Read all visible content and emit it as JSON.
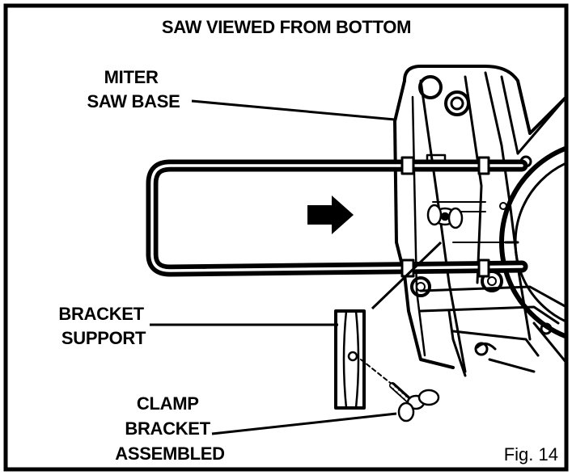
{
  "diagram": {
    "title": "SAW VIEWED FROM BOTTOM",
    "figure_number": "Fig. 14",
    "labels": {
      "miter_saw_base": [
        "MITER",
        "SAW BASE"
      ],
      "bracket_support": [
        "BRACKET",
        "SUPPORT"
      ],
      "clamp_bracket_assembled": [
        "CLAMP",
        "BRACKET",
        "ASSEMBLED"
      ]
    }
  }
}
